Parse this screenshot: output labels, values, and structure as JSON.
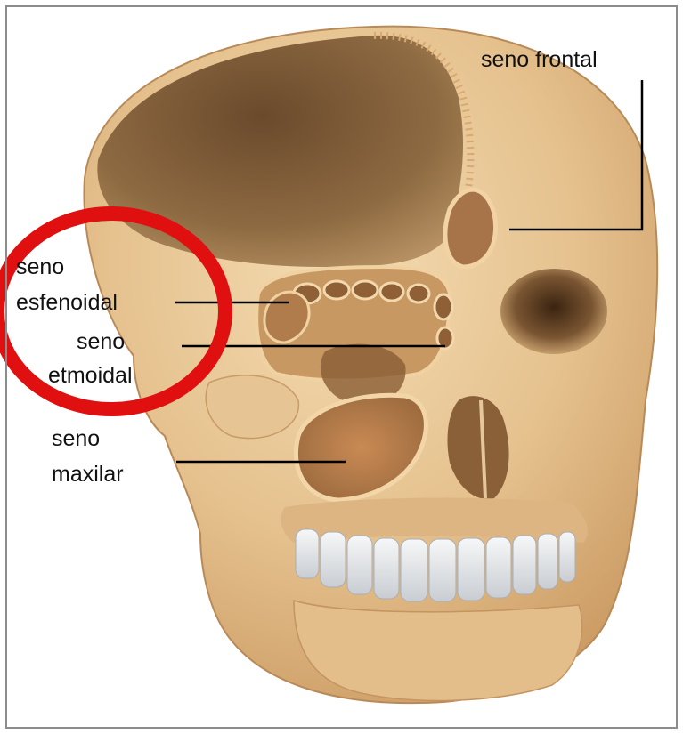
{
  "labels": {
    "frontal": "seno frontal",
    "esfenoidal_1": "seno",
    "esfenoidal_2": "esfenoidal",
    "etmoidal_1": "seno",
    "etmoidal_2": "etmoidal",
    "maxilar_1": "seno",
    "maxilar_2": "maxilar"
  },
  "colors": {
    "bone": "#e9c99a",
    "bone_shadow": "#b98a5a",
    "cavity": "#6b4a2c",
    "highlight_circle": "#e01010",
    "leader_line": "#000000",
    "teeth": "#eef0f2"
  }
}
